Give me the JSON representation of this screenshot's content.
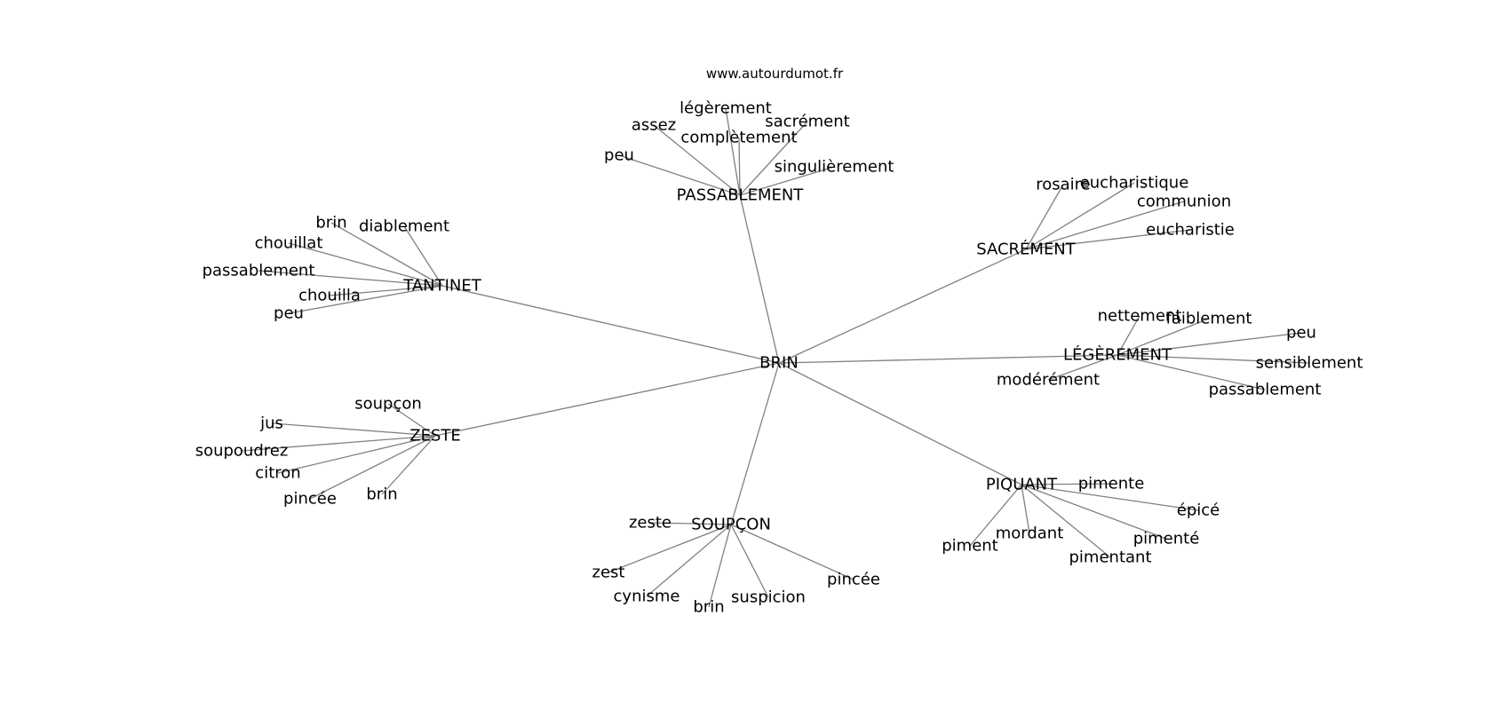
{
  "title": "www.autourdumot.fr",
  "edge_color": "#808080",
  "graph": {
    "center": "BRIN",
    "clusters": [
      {
        "id": "passablement",
        "label": "PASSABLEMENT",
        "leaves": [
          "assez",
          "légèrement",
          "complètement",
          "sacrément",
          "peu",
          "singulièrement"
        ]
      },
      {
        "id": "tantinet",
        "label": "TANTINET",
        "leaves": [
          "brin",
          "diablement",
          "chouillat",
          "passablement",
          "chouilla",
          "peu"
        ]
      },
      {
        "id": "sacrement",
        "label": "SACRÉMENT",
        "leaves": [
          "rosaire",
          "eucharistique",
          "communion",
          "eucharistie"
        ]
      },
      {
        "id": "legerement",
        "label": "LÉGÈREMENT",
        "leaves": [
          "nettement",
          "faiblement",
          "peu",
          "sensiblement",
          "passablement",
          "modérément"
        ]
      },
      {
        "id": "zeste",
        "label": "ZESTE",
        "leaves": [
          "soupçon",
          "jus",
          "soupoudrez",
          "citron",
          "pincée",
          "brin"
        ]
      },
      {
        "id": "soupcon",
        "label": "SOUPÇON",
        "leaves": [
          "zeste",
          "zest",
          "cynisme",
          "brin",
          "suspicion",
          "pincée"
        ]
      },
      {
        "id": "piquant",
        "label": "PIQUANT",
        "leaves": [
          "pimente",
          "épicé",
          "pimenté",
          "mordant",
          "piment",
          "pimentant"
        ]
      }
    ]
  }
}
